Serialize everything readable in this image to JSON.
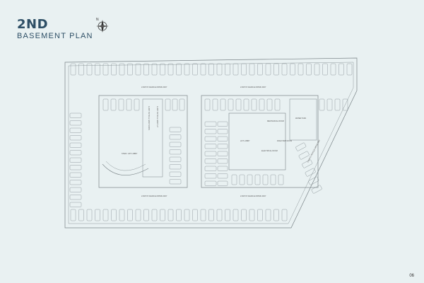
{
  "title": {
    "main": "2ND",
    "sub": "BASEMENT PLAN"
  },
  "compass": {
    "north_label": "N",
    "icon": "compass-rose-icon"
  },
  "plan": {
    "drive_labels": [
      "2-WAYS VEHICLE DRIVE WAY",
      "2-WAYS VEHICLE DRIVE WAY",
      "2-WAYS VEHICLE DRIVE WAY",
      "2-WAYS VEHICLE DRIVE WAY",
      "2-WAYS VEHICLE DRIVE WAY"
    ],
    "ramp_labels": [
      "1-WAY VEHICLE RAMP DOWN",
      "1-WAY VEHICLE RAMP UP"
    ],
    "room_labels": [
      "STAIR / LIFT LOBBY",
      "LIFT LOBBY",
      "MECHANICAL ROOM",
      "ELECTRICAL ROOM",
      "FIRE PUMP ROOM",
      "WATER TANK"
    ],
    "colors": {
      "background": "#e9f1f2",
      "linework": "#7a8488",
      "text": "#2e4f66"
    }
  },
  "page_number": "06"
}
